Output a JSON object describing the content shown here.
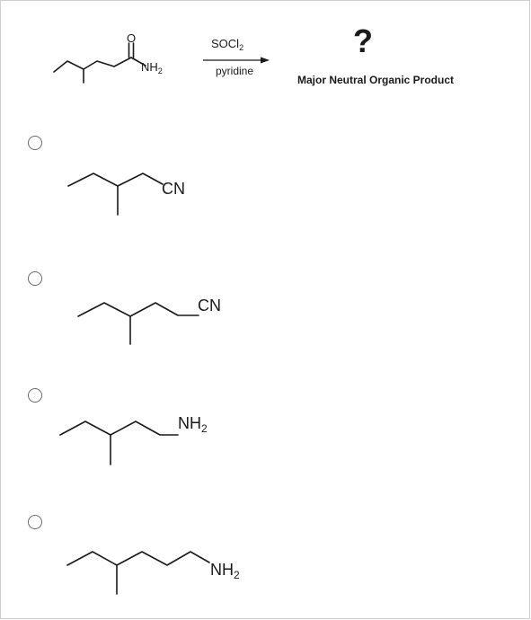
{
  "reaction": {
    "reagent_top_prefix": "SOCl",
    "reagent_top_sub": "2",
    "reagent_bottom": "pyridine",
    "product_mark": "?",
    "product_caption": "Major Neutral Organic Product",
    "reactant_oxygen": "O",
    "reactant_group_prefix": "NH",
    "reactant_group_sub": "2"
  },
  "options": [
    {
      "group_prefix": "CN",
      "group_sub": ""
    },
    {
      "group_prefix": "CN",
      "group_sub": ""
    },
    {
      "group_prefix": "NH",
      "group_sub": "2"
    },
    {
      "group_prefix": "NH",
      "group_sub": "2"
    }
  ],
  "colors": {
    "ink": "#1a1a1a",
    "radio_border": "#6b6b6b",
    "frame_border": "#cfcfcf"
  }
}
